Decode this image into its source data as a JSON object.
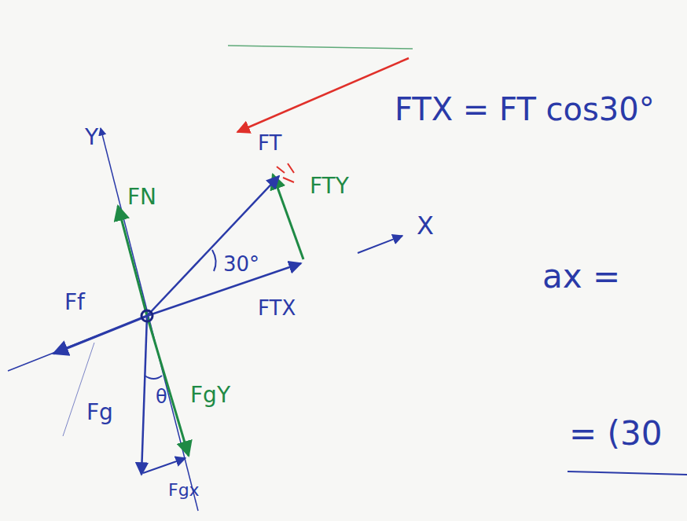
{
  "diagram": {
    "labels": [
      "FTX = FT cos30°",
      "ax =",
      "= (30",
      "Y",
      "X",
      "FN",
      "FT",
      "FTY",
      "30°",
      "FTX",
      "Ff",
      "θ",
      "Fg",
      "FgY",
      "Fgx"
    ]
  }
}
